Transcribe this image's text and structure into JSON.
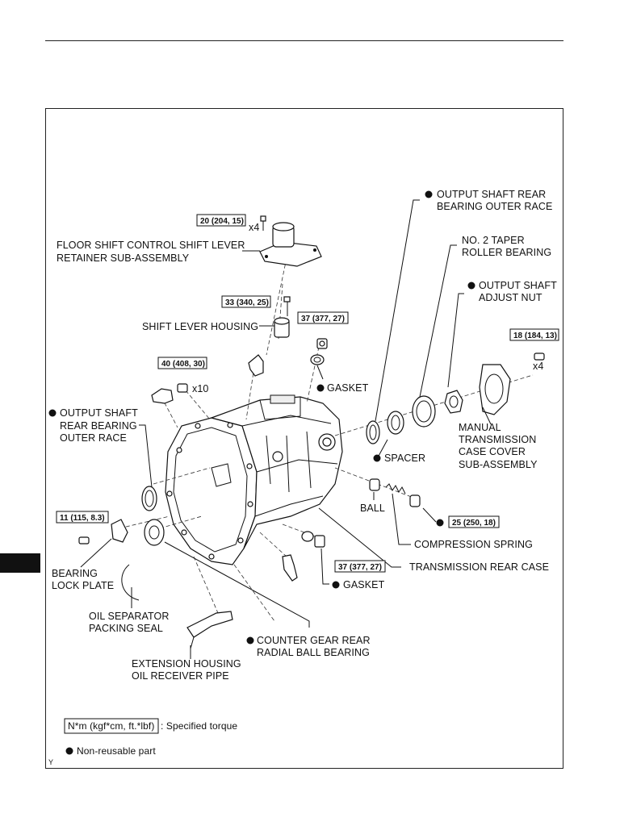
{
  "labels": {
    "floor_shift": [
      "FLOOR SHIFT CONTROL SHIFT LEVER",
      "RETAINER SUB-ASSEMBLY"
    ],
    "shift_lever_housing": "SHIFT LEVER HOUSING",
    "gasket_top": "GASKET",
    "output_shaft_outer_race_top": [
      "OUTPUT SHAFT REAR",
      "BEARING OUTER RACE"
    ],
    "taper_roller": [
      "NO. 2 TAPER",
      "ROLLER BEARING"
    ],
    "adjust_nut": [
      "OUTPUT SHAFT",
      "ADJUST NUT"
    ],
    "case_cover": [
      "MANUAL",
      "TRANSMISSION",
      "CASE COVER",
      "SUB-ASSEMBLY"
    ],
    "output_shaft_outer_race_left": [
      "OUTPUT SHAFT",
      "REAR BEARING",
      "OUTER RACE"
    ],
    "spacer": "SPACER",
    "ball": "BALL",
    "compression_spring": "COMPRESSION SPRING",
    "rear_case": "TRANSMISSION REAR CASE",
    "bearing_lock_plate": [
      "BEARING",
      "LOCK PLATE"
    ],
    "gasket_bottom": "GASKET",
    "oil_separator": [
      "OIL SEPARATOR",
      "PACKING SEAL"
    ],
    "counter_gear": [
      "COUNTER GEAR REAR",
      "RADIAL BALL BEARING"
    ],
    "extension_housing": [
      "EXTENSION HOUSING",
      "OIL RECEIVER PIPE"
    ]
  },
  "torques": {
    "t20": "20 (204, 15)",
    "t33": "33 (340, 25)",
    "t37a": "37 (377, 27)",
    "t40": "40 (408, 30)",
    "t18": "18 (184, 13)",
    "t11": "11 (115, 8.3)",
    "t25": "25 (250, 18)",
    "t37b": "37 (377, 27)"
  },
  "quantities": {
    "q20": "x4",
    "q40": "x10",
    "q18": "x4"
  },
  "legend": {
    "torque_box": "N*m (kgf*cm, ft.*lbf)",
    "torque_text": ": Specified torque",
    "nonreusable_text": "Non-reusable part"
  },
  "corner_mark": "Y"
}
